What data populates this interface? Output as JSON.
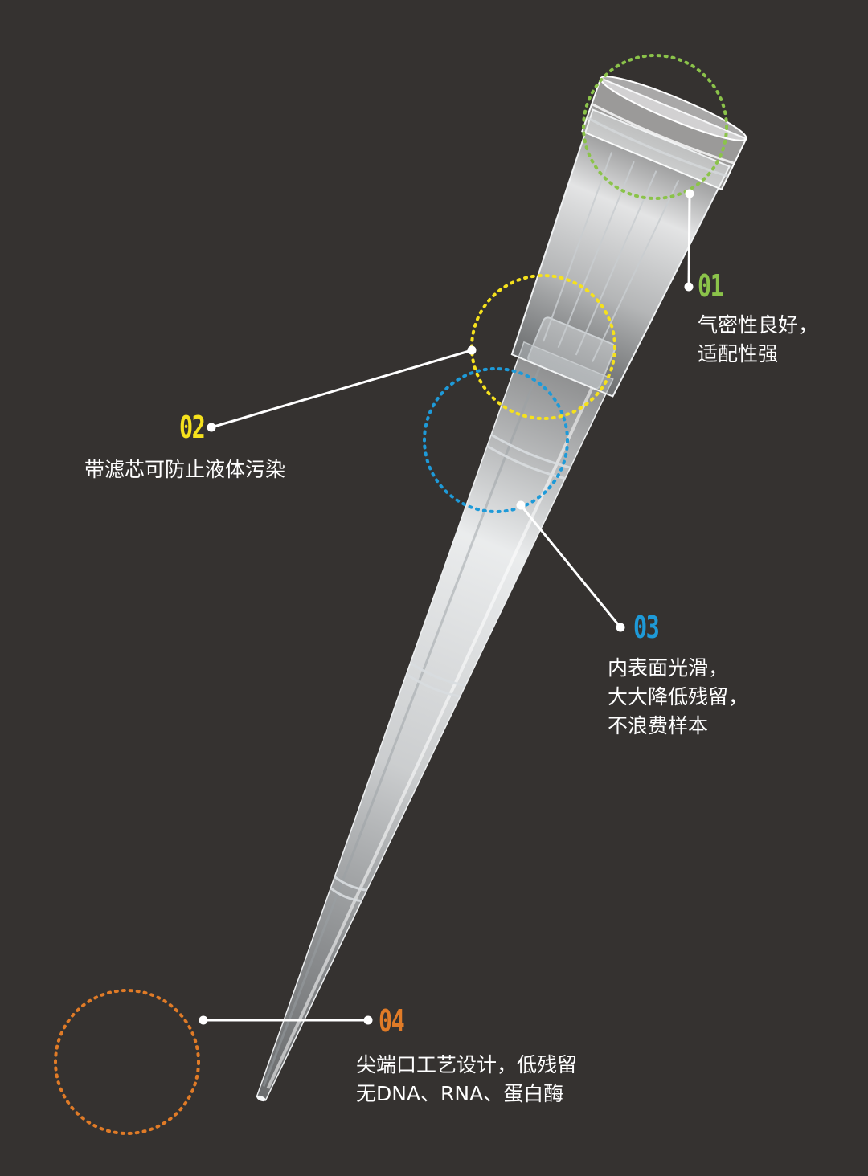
{
  "colors": {
    "background": "#353230",
    "c01": "#8bc34a",
    "c02": "#f5e11d",
    "c03": "#1e9ad8",
    "c04": "#e07b27",
    "text": "#ffffff"
  },
  "callouts": [
    {
      "num": "01",
      "lines": [
        "气密性良好，",
        "适配性强"
      ]
    },
    {
      "num": "02",
      "lines": [
        "带滤芯可防止液体污染"
      ]
    },
    {
      "num": "03",
      "lines": [
        "内表面光滑，",
        "大大降低残留，",
        "不浪费样本"
      ]
    },
    {
      "num": "04",
      "lines": [
        "尖端口工艺设计，低残留",
        "无DNA、RNA、蛋白酶"
      ]
    }
  ]
}
